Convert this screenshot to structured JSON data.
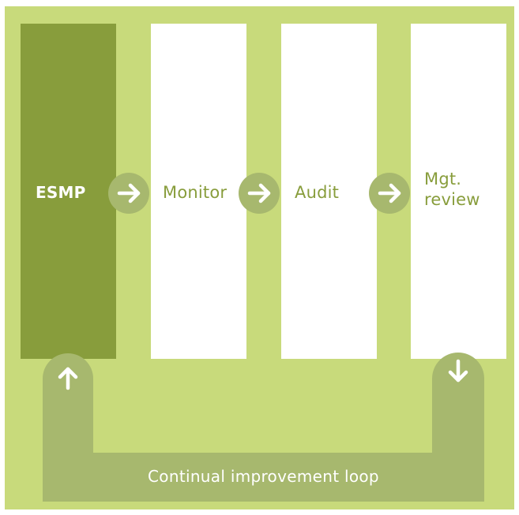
{
  "stages": [
    {
      "label": "ESMP"
    },
    {
      "label": "Monitor"
    },
    {
      "label": "Audit"
    },
    {
      "label": "Mgt. review"
    }
  ],
  "loop": {
    "label": "Continual improvement loop"
  },
  "colors": {
    "background": "#c8da7b",
    "esmp_column": "#889d3c",
    "stage_columns": "#ffffff",
    "arrow_circle": "#a7b86e",
    "loop_band": "#a7b86e",
    "stage_text": "#889d3c",
    "esmp_text": "#ffffff",
    "loop_text": "#ffffff"
  },
  "icons": {
    "stage_arrow": "arrow-right-icon",
    "loop_up": "arrow-up-icon",
    "loop_down": "arrow-down-icon"
  }
}
